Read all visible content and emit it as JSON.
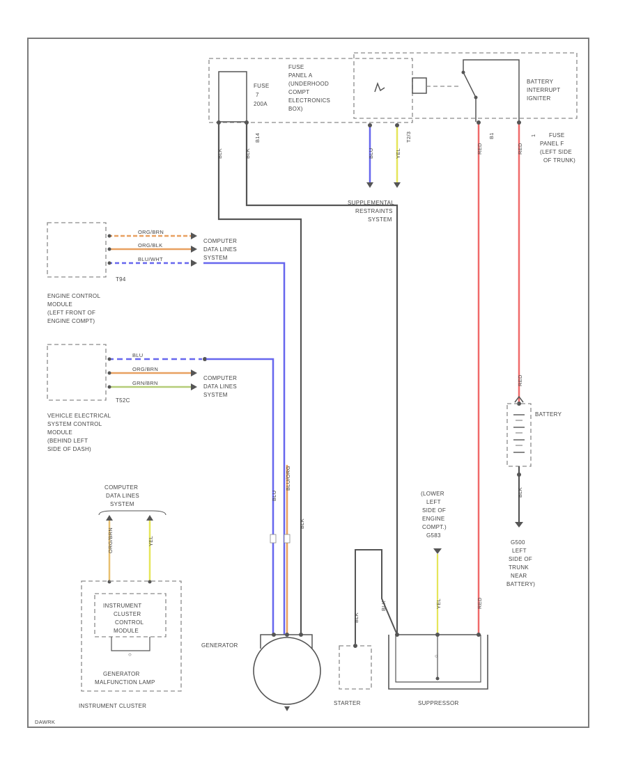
{
  "diagram_id": "DAWRK",
  "colors": {
    "black_wire": "#555555",
    "red_wire": "#f06a6a",
    "blue_wire": "#6666ee",
    "yellow_wire": "#e6e65a",
    "orange_wire": "#e8a060",
    "green_wire": "#b4cc78",
    "border": "#7a7a7a"
  },
  "fuse_panel": {
    "label_lines": [
      "FUSE",
      "PANEL A",
      "(UNDERHOOD",
      "COMPT",
      "ELECTRONICS",
      "BOX)"
    ],
    "fuse_lines": [
      "FUSE",
      "7",
      "200A"
    ],
    "wire_codes": [
      "BLK",
      "BLK",
      "BLU",
      "YEL",
      "RED",
      "RED"
    ],
    "pin_labels": [
      "B14",
      "T2/3",
      "B1",
      "1"
    ]
  },
  "battery_interrupt": {
    "label_lines": [
      "BATTERY",
      "INTERRUPT",
      "IGNITER"
    ]
  },
  "fuse_panel_f": {
    "label_lines": [
      "FUSE",
      "PANEL F",
      "(LEFT SIDE",
      "OF TRUNK)"
    ]
  },
  "supplemental": {
    "label_lines": [
      "SUPPLEMENTAL",
      "RESTRAINTS",
      "SYSTEM"
    ]
  },
  "engine_module": {
    "connector": "T94",
    "label_lines": [
      "ENGINE CONTROL",
      "MODULE",
      "(LEFT FRONT OF",
      "ENGINE COMPT)"
    ],
    "wires": [
      "ORG/BRN",
      "ORG/BLK",
      "BLU/WHT"
    ],
    "data_lines": [
      "COMPUTER",
      "DATA LINES",
      "SYSTEM"
    ]
  },
  "vehicle_module": {
    "connector": "T52C",
    "label_lines": [
      "VEHICLE ELECTRICAL",
      "SYSTEM CONTROL",
      "MODULE",
      "(BEHIND LEFT",
      "SIDE OF DASH)"
    ],
    "wires": [
      "BLU",
      "ORG/BRN",
      "GRN/BRN"
    ],
    "data_lines": [
      "COMPUTER",
      "DATA LINES",
      "SYSTEM"
    ]
  },
  "cluster_data_lines": [
    "COMPUTER",
    "DATA LINES",
    "SYSTEM"
  ],
  "cluster_wires": [
    "ORG/BRN",
    "YEL"
  ],
  "cluster_module": {
    "label_lines": [
      "INSTRUMENT",
      "CLUSTER",
      "CONTROL",
      "MODULE"
    ],
    "warning_lines": [
      "GENERATOR",
      "MALFUNCTION LAMP"
    ],
    "title": "INSTRUMENT CLUSTER"
  },
  "gen_wires": [
    "BLU",
    "BLU/ORG",
    "BLK"
  ],
  "generator": {
    "label": "GENERATOR"
  },
  "starter": {
    "label": "STARTER",
    "wire": "BLK"
  },
  "suppressor": {
    "label": "SUPPRESSOR",
    "wires": [
      "BLK",
      "YEL",
      "RED"
    ]
  },
  "ground_g1": {
    "label_lines": [
      "(LOWER",
      "LEFT",
      "SIDE OF",
      "ENGINE",
      "COMPT.)",
      "G583"
    ]
  },
  "battery": {
    "label": "BATTERY",
    "wires": [
      "RED",
      "BLK"
    ],
    "ground_lines": [
      "G500",
      "LEFT",
      "SIDE OF",
      "TRUNK",
      "NEAR",
      "BATTERY)"
    ]
  }
}
